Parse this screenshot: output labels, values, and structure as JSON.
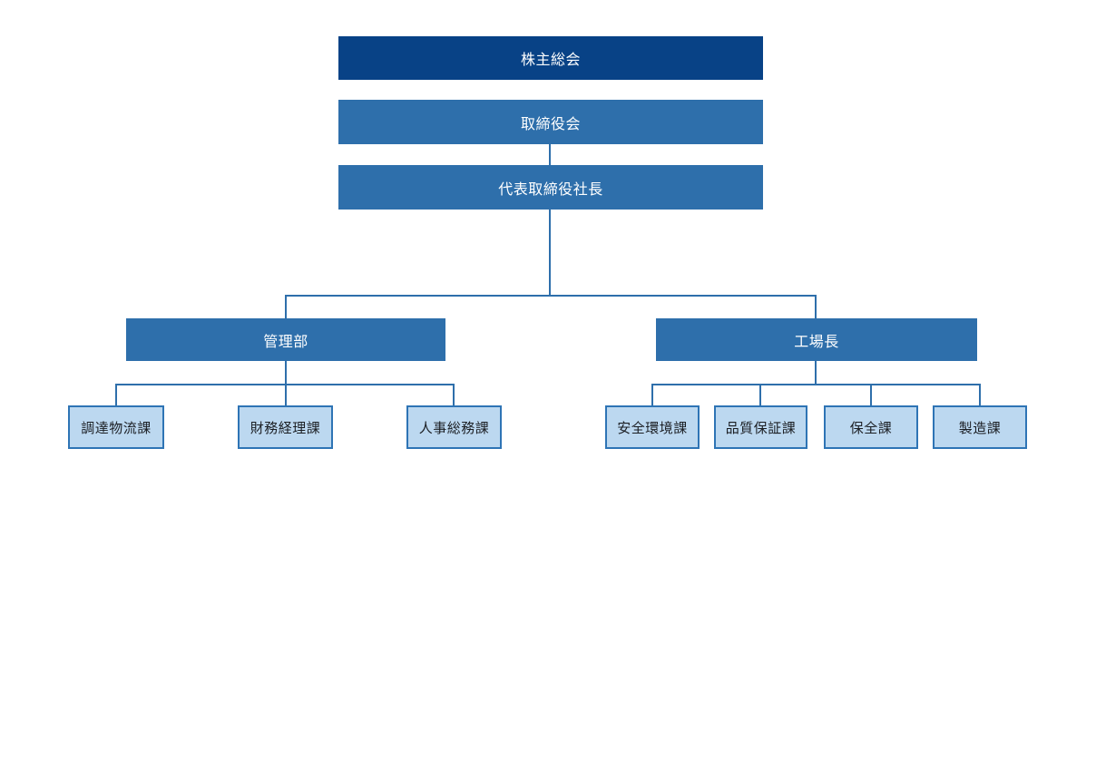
{
  "diagram": {
    "type": "org-chart",
    "nodes": {
      "shareholders_meeting": {
        "label": "株主総会",
        "level": 1,
        "style": "dark"
      },
      "board_of_directors": {
        "label": "取締役会",
        "level": 2,
        "style": "medium"
      },
      "president": {
        "label": "代表取締役社長",
        "level": 3,
        "style": "medium"
      },
      "admin_department": {
        "label": "管理部",
        "level": 4,
        "style": "medium",
        "parent": "president"
      },
      "factory_manager": {
        "label": "工場長",
        "level": 4,
        "style": "medium",
        "parent": "president"
      },
      "procurement_logistics": {
        "label": "調達物流課",
        "level": 5,
        "style": "light",
        "parent": "admin_department"
      },
      "finance_accounting": {
        "label": "財務経理課",
        "level": 5,
        "style": "light",
        "parent": "admin_department"
      },
      "hr_general_affairs": {
        "label": "人事総務課",
        "level": 5,
        "style": "light",
        "parent": "admin_department"
      },
      "safety_environment": {
        "label": "安全環境課",
        "level": 5,
        "style": "light",
        "parent": "factory_manager"
      },
      "quality_assurance": {
        "label": "品質保証課",
        "level": 5,
        "style": "light",
        "parent": "factory_manager"
      },
      "maintenance": {
        "label": "保全課",
        "level": 5,
        "style": "light",
        "parent": "factory_manager"
      },
      "manufacturing": {
        "label": "製造課",
        "level": 5,
        "style": "light",
        "parent": "factory_manager"
      }
    },
    "colors": {
      "dark_blue_fill": "#084286",
      "medium_blue_fill": "#2E6FAB",
      "light_blue_fill": "#BCD8F0",
      "light_blue_border": "#2E74B5",
      "connector_line": "#2E6FAB",
      "text_on_blue": "#FFFFFF",
      "text_on_light": "#1B1E23",
      "background": "#FFFFFF"
    }
  }
}
